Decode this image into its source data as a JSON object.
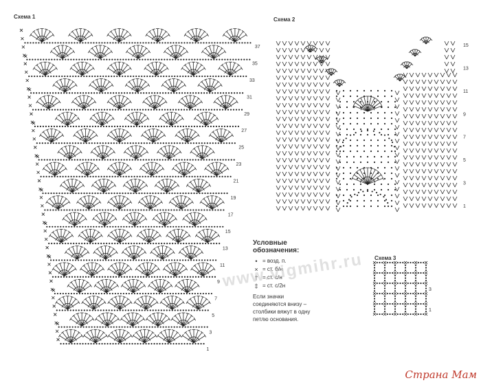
{
  "schemes": {
    "s1": {
      "title": "Схема 1",
      "row_numbers": [
        "1",
        "3",
        "5",
        "7",
        "9",
        "11",
        "13",
        "15",
        "17",
        "19",
        "21",
        "23",
        "25",
        "27",
        "29",
        "31",
        "33",
        "35",
        "37"
      ]
    },
    "s2": {
      "title": "Схема 2",
      "row_numbers": [
        "1",
        "3",
        "5",
        "7",
        "9",
        "11",
        "13",
        "15"
      ]
    },
    "s3": {
      "title": "Схема 3",
      "row_numbers": [
        "1",
        "3"
      ]
    }
  },
  "legend": {
    "title_line1": "Условные",
    "title_line2": "обозначения:",
    "items": [
      {
        "symbol": "•",
        "text": "= возд. п."
      },
      {
        "symbol": "×",
        "text": "= ст. б/н"
      },
      {
        "symbol": "†",
        "text": "= ст. с/н"
      },
      {
        "symbol": "‡",
        "text": "= ст. с/2н"
      }
    ],
    "note": [
      "Если значки",
      "соединяются внизу –",
      "столбики вяжут в одну",
      "петлю основания."
    ]
  },
  "watermark": "www.vigmihr.ru",
  "brand": "Страна Мам"
}
